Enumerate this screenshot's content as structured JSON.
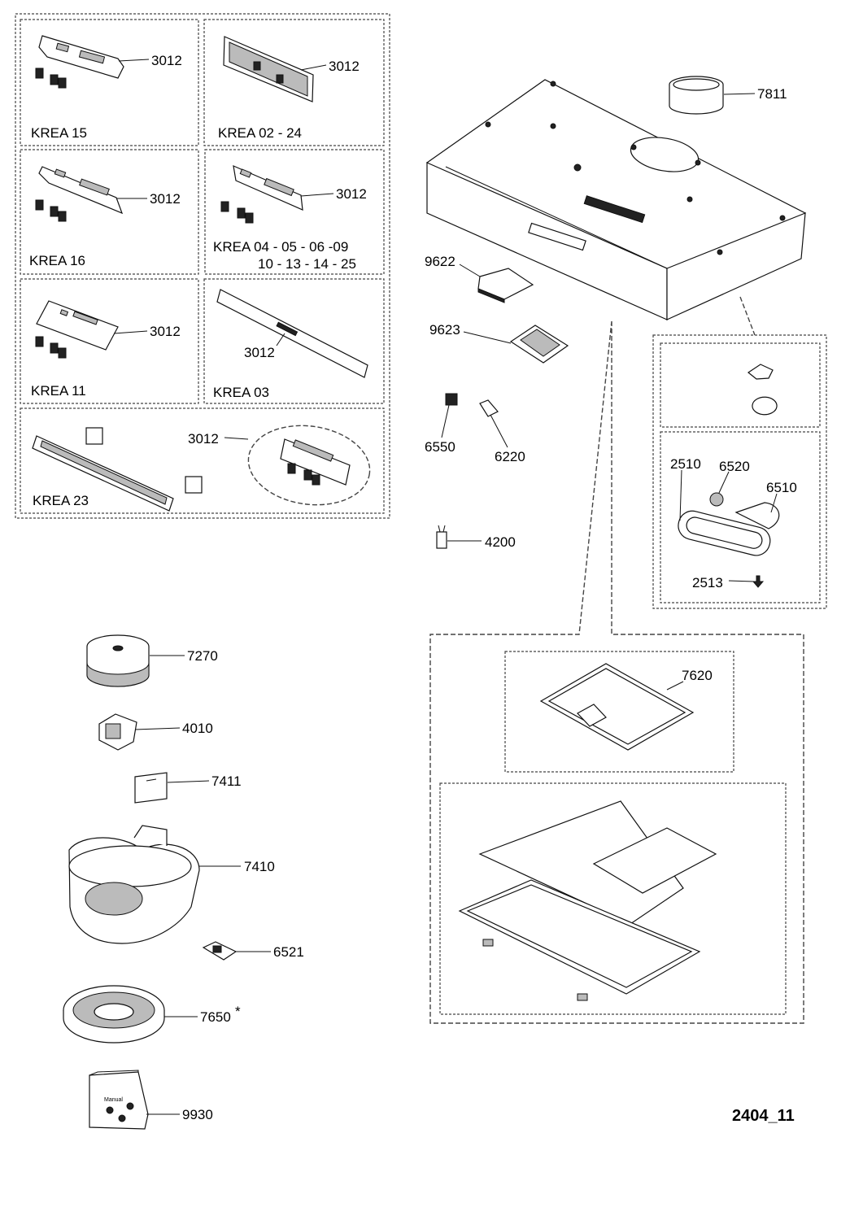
{
  "diagram_id": "2404_11",
  "variants": [
    {
      "model": "KREA 15",
      "part": "3012"
    },
    {
      "model": "KREA 02 - 24",
      "part": "3012"
    },
    {
      "model": "KREA 16",
      "part": "3012"
    },
    {
      "model": "KREA 04 - 05 - 06 -09",
      "model_line2": "10 - 13 - 14 - 25",
      "part": "3012"
    },
    {
      "model": "KREA 11",
      "part": "3012"
    },
    {
      "model": "KREA 03",
      "part": "3012"
    },
    {
      "model": "KREA 23",
      "part": "3012"
    }
  ],
  "parts": {
    "p7811": "7811",
    "p9622": "9622",
    "p9623": "9623",
    "p6550": "6550",
    "p6220": "6220",
    "p4200": "4200",
    "p2510": "2510",
    "p6520": "6520",
    "p6510": "6510",
    "p2513": "2513",
    "p7620": "7620",
    "p7270": "7270",
    "p4010": "4010",
    "p7411": "7411",
    "p7410": "7410",
    "p6521": "6521",
    "p7650": "7650",
    "p7650_mark": "*",
    "p9930": "9930",
    "manual_label": "Manual"
  }
}
